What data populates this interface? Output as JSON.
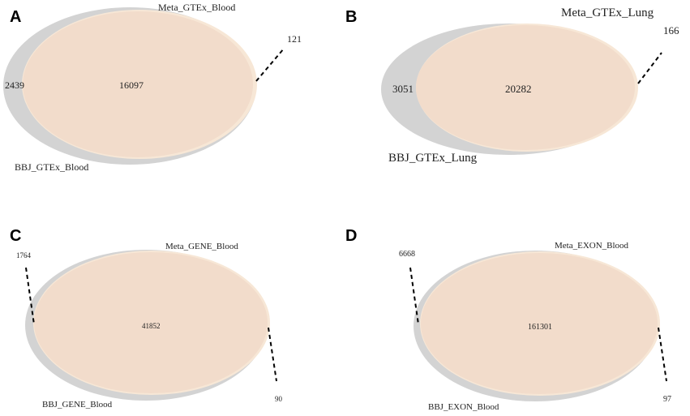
{
  "colors": {
    "bbj_fill": "#d3d3d3",
    "meta_fill": "#f2dccb",
    "meta_edge": "#f7e7d6",
    "leader": "#000000"
  },
  "panels": [
    {
      "letter": "A",
      "meta_label": "Meta_GTEx_Blood",
      "bbj_label": "BBJ_GTEx_Blood",
      "only_bbj": "2439",
      "overlap": "16097",
      "only_meta": "121"
    },
    {
      "letter": "B",
      "meta_label": "Meta_GTEx_Lung",
      "bbj_label": "BBJ_GTEx_Lung",
      "only_bbj": "3051",
      "overlap": "20282",
      "only_meta": "166"
    },
    {
      "letter": "C",
      "meta_label": "Meta_GENE_Blood",
      "bbj_label": "BBJ_GENE_Blood",
      "only_bbj": "1764",
      "overlap": "41852",
      "only_meta": "90"
    },
    {
      "letter": "D",
      "meta_label": "Meta_EXON_Blood",
      "bbj_label": "BBJ_EXON_Blood",
      "only_bbj": "6668",
      "overlap": "161301",
      "only_meta": "97"
    }
  ]
}
